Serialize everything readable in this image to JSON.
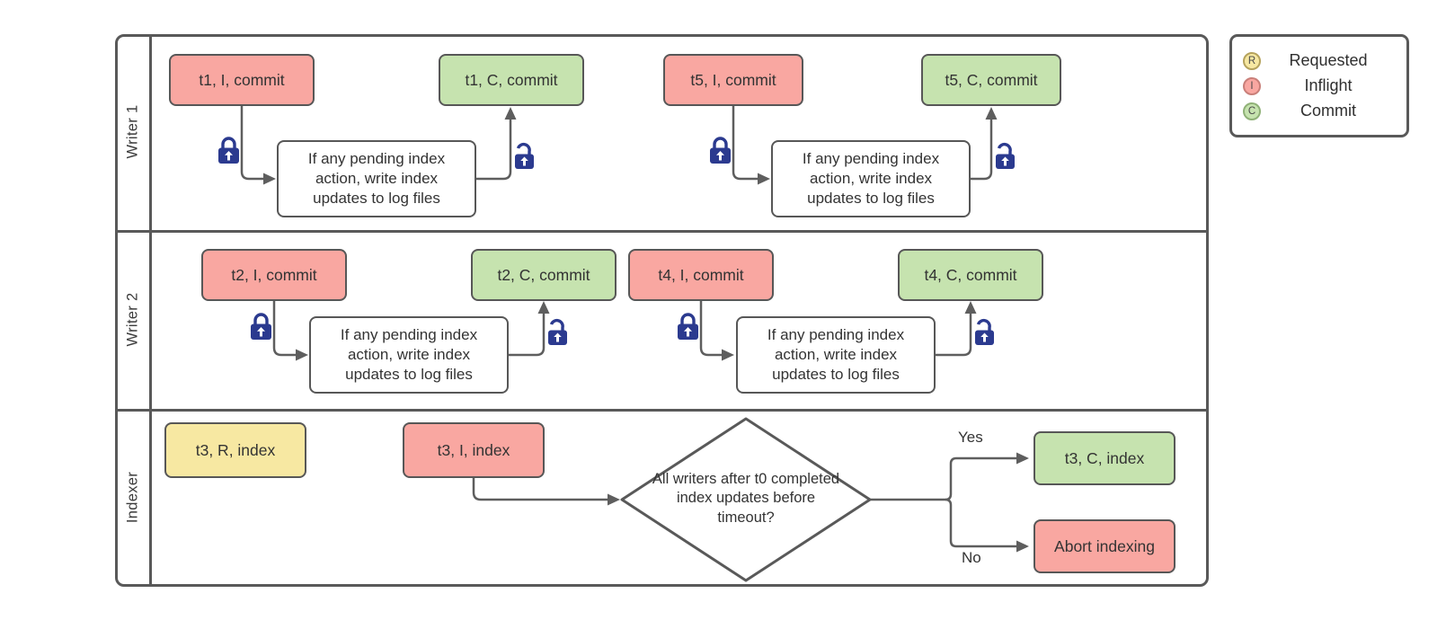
{
  "colors": {
    "requested_fill": "#f7e8a2",
    "inflight_fill": "#f9a7a1",
    "commit_fill": "#c6e3af",
    "process_fill": "#ffffff",
    "node_border": "#575757",
    "pool_border": "#595959",
    "connector": "#5e5e5e",
    "lock": "#2b3a8f",
    "text": "#333333"
  },
  "lanes": [
    {
      "label": "Writer 1",
      "nodes": {
        "t1_inflight": "t1, I, commit",
        "t1_process": "If any pending index action, write index updates to log files",
        "t1_commit": "t1, C, commit",
        "t5_inflight": "t5, I, commit",
        "t5_process": "If any pending index action, write index updates to log files",
        "t5_commit": "t5, C, commit"
      }
    },
    {
      "label": "Writer 2",
      "nodes": {
        "t2_inflight": "t2, I, commit",
        "t2_process": "If any pending index action, write index updates to log files",
        "t2_commit": "t2, C, commit",
        "t4_inflight": "t4, I, commit",
        "t4_process": "If any pending index action, write index updates to log files",
        "t4_commit": "t4, C, commit"
      }
    },
    {
      "label": "Indexer",
      "nodes": {
        "t3_requested": "t3, R, index",
        "t3_inflight": "t3, I, index",
        "decision": "All writers after t0 completed index updates before timeout?",
        "yes_label": "Yes",
        "no_label": "No",
        "t3_commit": "t3, C, index",
        "abort": "Abort indexing"
      }
    }
  ],
  "legend": {
    "items": [
      {
        "letter": "R",
        "label": "Requested",
        "state": "requested"
      },
      {
        "letter": "I",
        "label": "Inflight",
        "state": "inflight"
      },
      {
        "letter": "C",
        "label": "Commit",
        "state": "commit"
      }
    ]
  }
}
